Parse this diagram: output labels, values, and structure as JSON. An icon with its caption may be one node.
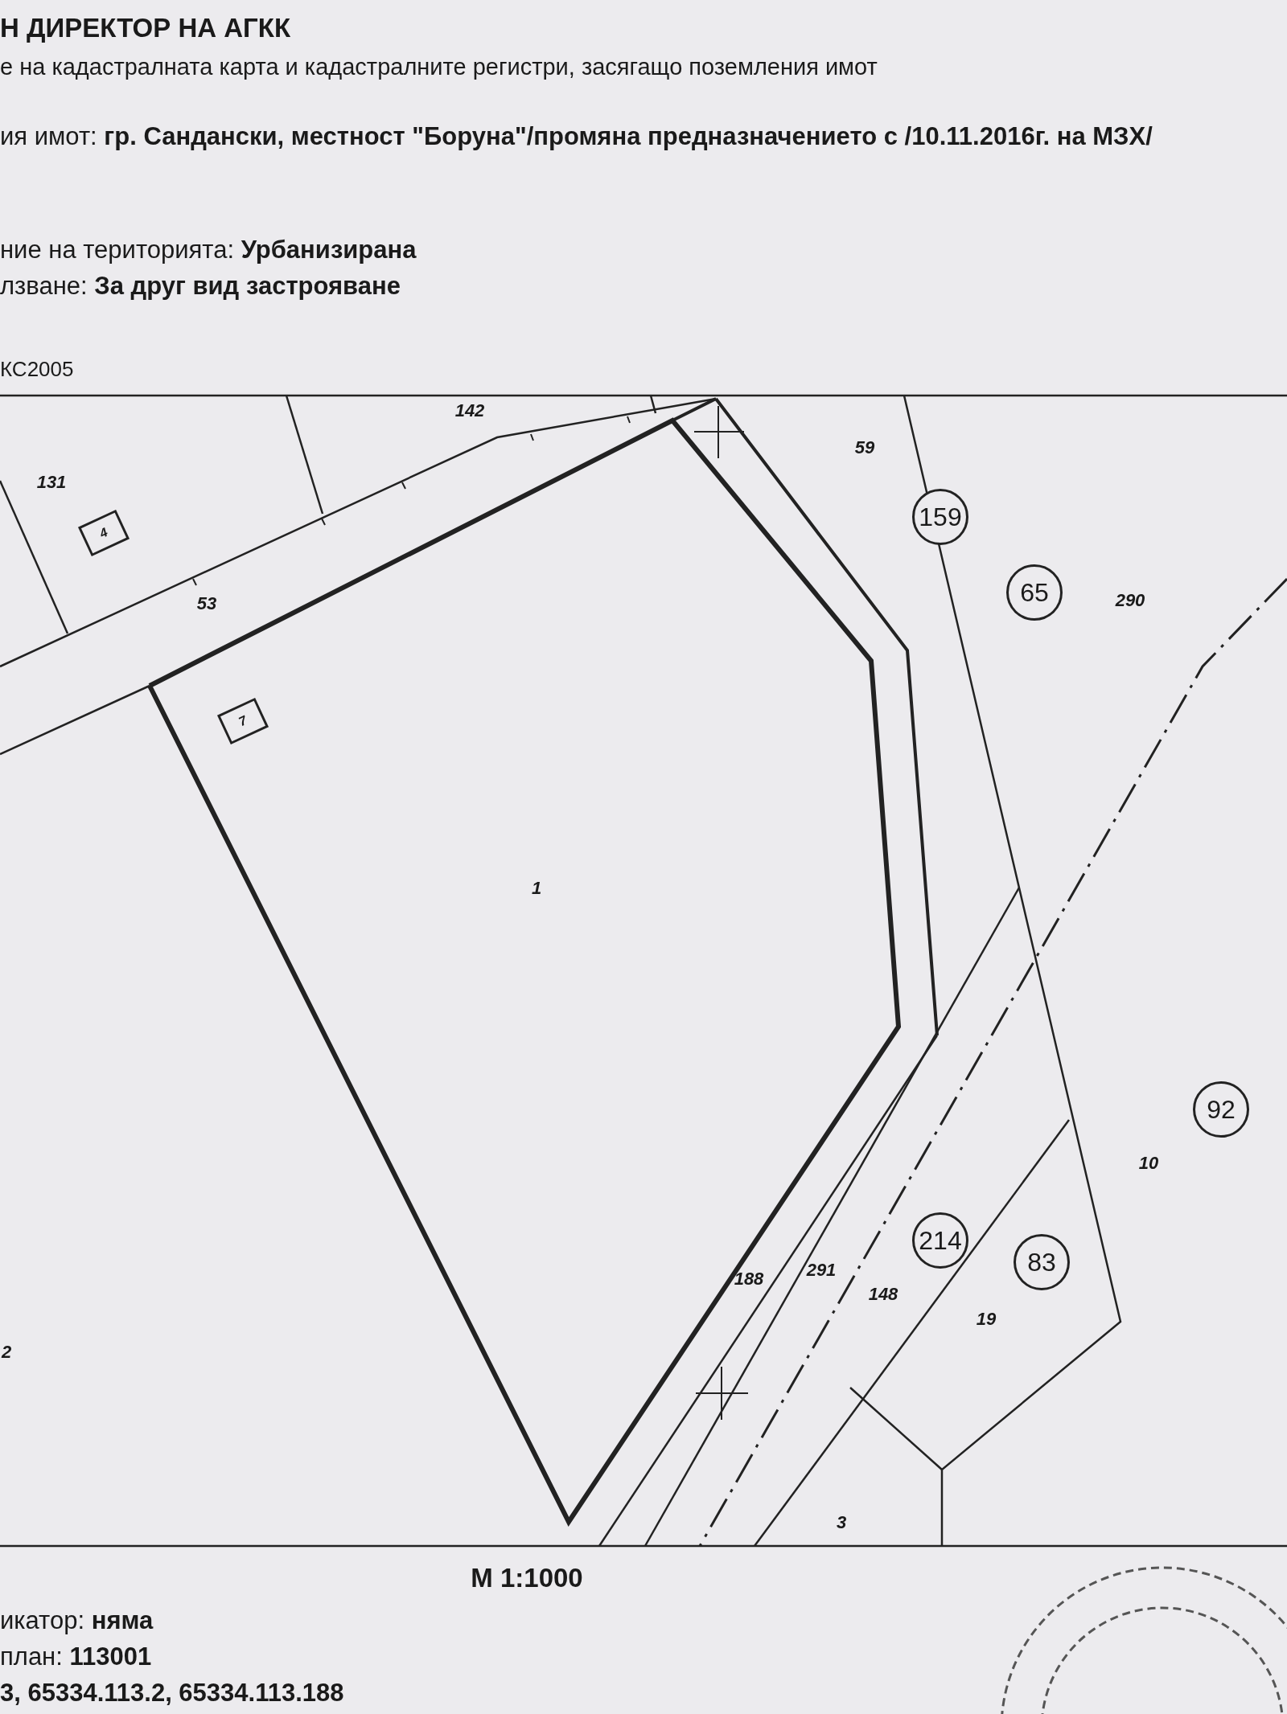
{
  "diagram": {
    "nodes": [
      {
        "text": [
          "159"
        ]
      },
      {
        "text": [
          "4"
        ]
      },
      {
        "text": [
          "65"
        ]
      },
      {
        "text": [
          "7"
        ]
      },
      {
        "text": [
          "92"
        ]
      },
      {
        "text": [
          "214"
        ]
      },
      {
        "text": [
          "83"
        ]
      }
    ],
    "labels": [
      "Н ДИРЕКТОР НА АГКК",
      "е на кадастралната карта и кадастралните регистри, засягащо поземления имот",
      "ия имот: **гр. Сандански, местност \"Боруна\"/промяна предназначението с /10.11.2016г. на МЗХ/**",
      "ние на територията: **Урбанизирана**",
      "лзване: **За друг вид застрояване**",
      "КС2005",
      "142",
      "131",
      "59",
      "53",
      "290",
      "1",
      "10",
      "291",
      "188",
      "148",
      "19",
      "2",
      "3",
      "M 1:1000",
      "икатор: **няма**",
      "план: **113001**",
      "3, 65334.113.2, 65334.113.188"
    ]
  }
}
